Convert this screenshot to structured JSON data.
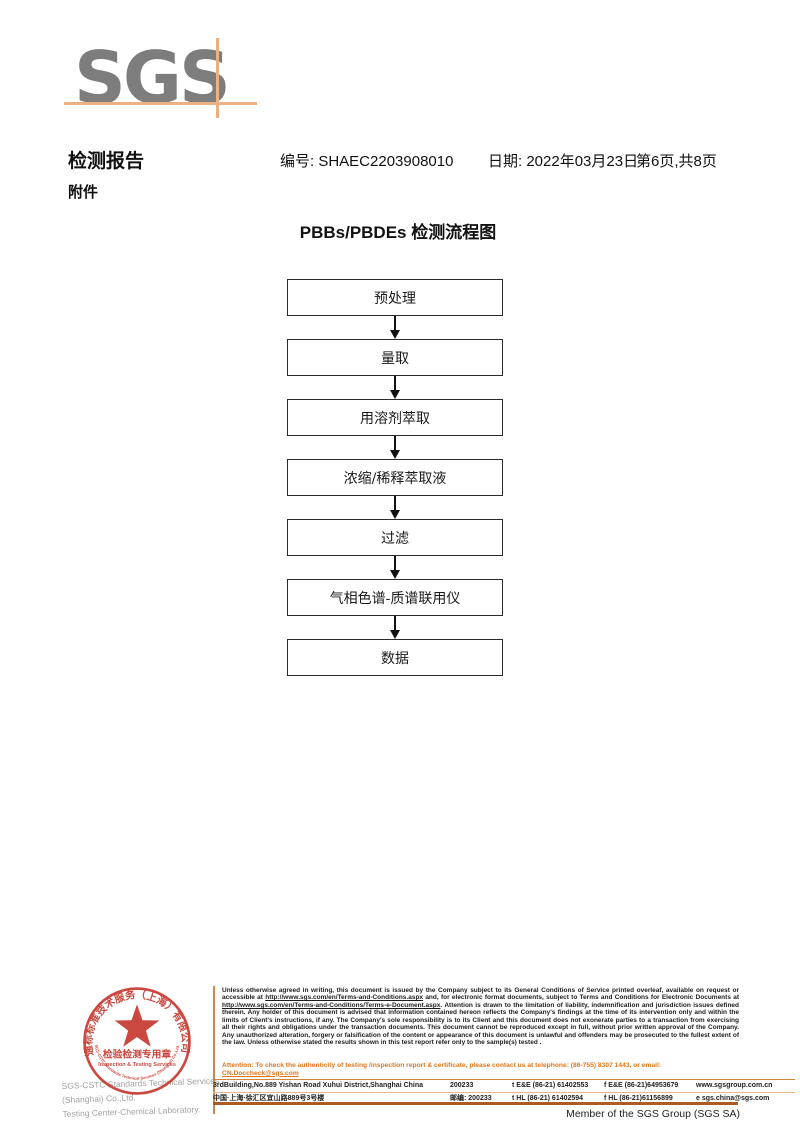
{
  "logo": {
    "text": "SGS"
  },
  "header": {
    "report_title": "检测报告",
    "report_no": "编号: SHAEC2203908010",
    "date": "日期: 2022年03月23日",
    "page_info": "第6页,共8页",
    "attachment_label": "附件"
  },
  "flowchart": {
    "title": "PBBs/PBDEs 检测流程图",
    "steps": [
      "预处理",
      "量取",
      "用溶剂萃取",
      "浓缩/稀释萃取液",
      "过滤",
      "气相色谱-质谱联用仪",
      "数据"
    ]
  },
  "stamp": {
    "top_arc": "通标标准技术服务（上海）有限公司",
    "center_line1": "检验检测专用章",
    "center_line2": "Inspection & Testing Services",
    "bottom_arc": "SGS-CSTC Standards Technical Services (Shanghai) Co.,Ltd.",
    "color": "#c6392f"
  },
  "footer": {
    "company_line1": "SGS-CSTC Standards Technical Services (Shanghai) Co.,Ltd.",
    "company_line2": "Testing Center-Chemical Laboratory.",
    "legal": {
      "p1": "Unless otherwise agreed in writing, this document is issued by the Company subject to its General Conditions of Service printed overleaf, available on request or accessible at ",
      "url1": "http://www.sgs.com/en/Terms-and-Conditions.aspx",
      "p2": " and, for electronic format documents, subject to Terms and Conditions for Electronic Documents at ",
      "url2": "http://www.sgs.com/en/Terms-and-Conditions/Terms-e-Document.aspx",
      "p3": ". Attention is drawn to the limitation of liability, indemnification and jurisdiction issues defined therein. Any holder of this document is advised that information contained hereon reflects the Company's findings at the time of its intervention only and within the limits of Client's instructions, if any. The Company's sole responsibility is to its Client and this document does not exonerate parties to a transaction from exercising all their rights and obligations under the transaction documents. This document cannot be reproduced except in full, without prior written approval of the Company. Any unauthorized alteration, forgery or falsification of the content or appearance of this document is unlawful and offenders may be prosecuted to the fullest extent of the law. Unless otherwise stated the results shown in this test report refer only to the sample(s) tested ."
    },
    "attention": {
      "text": "Attention: To check the authenticity of testing /inspection report & certificate, please contact us at telephone: (86-755) 8307 1443, or email: ",
      "email": "CN.Doccheck@sgs.com"
    },
    "address_rows": [
      {
        "address": "3rdBuilding,No.889 Yishan Road Xuhui District,Shanghai China",
        "postal": "200233",
        "tel": "t E&E (86-21) 61402553",
        "fax": "f E&E (86-21)64953679",
        "web": "www.sgsgroup.com.cn"
      },
      {
        "address": "中国·上海·徐汇区宜山路889号3号楼",
        "postal": "邮编: 200233",
        "tel": "t HL (86-21) 61402594",
        "fax": "f HL (86-21)61156899",
        "web": "e sgs.china@sgs.com"
      }
    ],
    "member_line": "Member of the SGS Group (SGS SA)"
  },
  "colors": {
    "logo_gray": "#7d7d7d",
    "brand_tan_line": "#ecb183",
    "footer_orange_line": "#cd853f",
    "footer_dark_orange_line": "#ad5b22",
    "attention_orange": "#e0761a",
    "stamp_red": "#c6392f"
  }
}
